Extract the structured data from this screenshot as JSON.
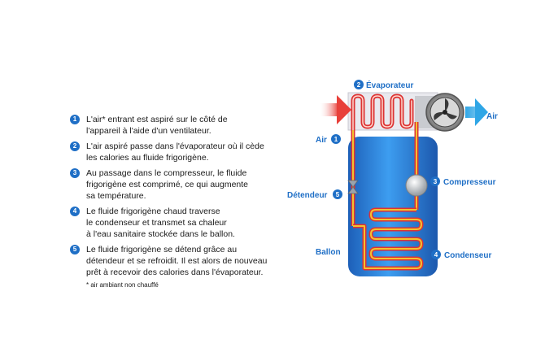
{
  "steps": [
    {
      "num": "1",
      "lines": [
        "L'air* entrant est aspiré sur le côté de",
        "l'appareil à l'aide d'un ventilateur."
      ]
    },
    {
      "num": "2",
      "lines": [
        "L'air aspiré passe dans l'évaporateur où il cède",
        "les calories au fluide frigorigène."
      ]
    },
    {
      "num": "3",
      "lines": [
        "Au passage dans le compresseur, le fluide",
        "frigorigène est comprimé, ce qui augmente",
        "sa température."
      ]
    },
    {
      "num": "4",
      "lines": [
        "Le fluide frigorigène chaud traverse",
        "le condenseur et transmet sa chaleur",
        "à l'eau sanitaire stockée dans le ballon."
      ]
    },
    {
      "num": "5",
      "lines": [
        "Le fluide frigorigène se détend grâce au",
        "détendeur et se refroidit. Il est alors de nouveau",
        "prêt à recevoir des calories dans l'évaporateur."
      ]
    }
  ],
  "footnote": "* air ambiant non chauffé",
  "diagram": {
    "evaporateur": {
      "num": "2",
      "label": "Évaporateur"
    },
    "air_in": {
      "label": "Air",
      "num": "1"
    },
    "air_out": {
      "label": "Air"
    },
    "compresseur": {
      "num": "3",
      "label": "Compresseur"
    },
    "detendeur": {
      "label": "Détendeur",
      "num": "5"
    },
    "condenseur": {
      "num": "4",
      "label": "Condenseur"
    },
    "ballon": {
      "label": "Ballon"
    }
  },
  "colors": {
    "accent": "#1f6fc6",
    "tank": "#2a7fd8",
    "pipe_outer": "#d33",
    "pipe_inner": "#f2c230",
    "air_in": "#e8403a",
    "air_out": "#2fa6e6"
  }
}
